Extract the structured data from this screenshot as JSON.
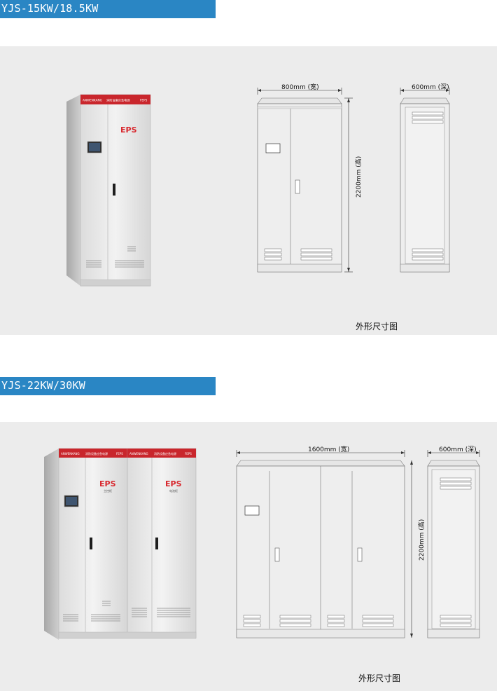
{
  "section1": {
    "title": "YJS-15KW/18.5KW",
    "brand": "ANWENKANG",
    "cabinet_banner": "消防设备应急电源",
    "cabinet_tag": "FEPS",
    "eps_label": "EPS",
    "width_label": "800mm (宽)",
    "depth_label": "600mm (深)",
    "height_label": "2200mm (高)",
    "caption": "外形尺寸图"
  },
  "section2": {
    "title": "YJS-22KW/30KW",
    "brand": "ANWENKANG",
    "cabinet_banner": "消防设备应急电源",
    "cabinet_tag": "FEPS",
    "eps_label": "EPS",
    "sub_left": "主控柜",
    "sub_right": "电池柜",
    "width_label": "1600mm (宽)",
    "depth_label": "600mm (深)",
    "height_label": "2200mm (高)",
    "caption": "外形尺寸图"
  },
  "colors": {
    "header_blue": "#2a86c4",
    "panel_gray": "#ececec",
    "cabinet_red": "#c9262c",
    "eps_red": "#d8282e"
  }
}
